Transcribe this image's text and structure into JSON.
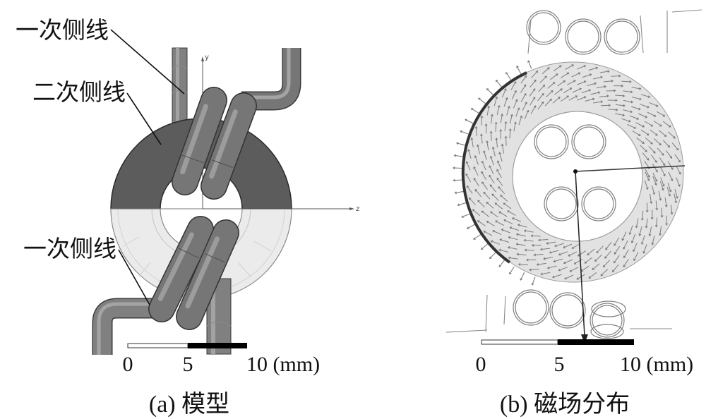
{
  "figure": {
    "panel_a": {
      "callouts": {
        "primary_upper": "一次侧线",
        "secondary": "二次侧线",
        "primary_lower": "一次侧线"
      },
      "axis_labels": {
        "y": "y",
        "z": "z"
      },
      "scale_bar": {
        "start": "0",
        "mid": "5",
        "end": "10 (mm)"
      },
      "caption": "(a) 模型"
    },
    "panel_b": {
      "scale_bar": {
        "start": "0",
        "mid": "5",
        "end": "10 (mm)"
      },
      "caption": "(b) 磁场分布"
    }
  },
  "colors": {
    "secondary_core": "#5c5c5c",
    "primary_core": "#ebebeb",
    "wire": "#767676",
    "wire_outline": "#333333",
    "field_region": "#e2e2e2",
    "field_arrow": "#7d7d7d",
    "scale_bar_dark": "#000000"
  }
}
